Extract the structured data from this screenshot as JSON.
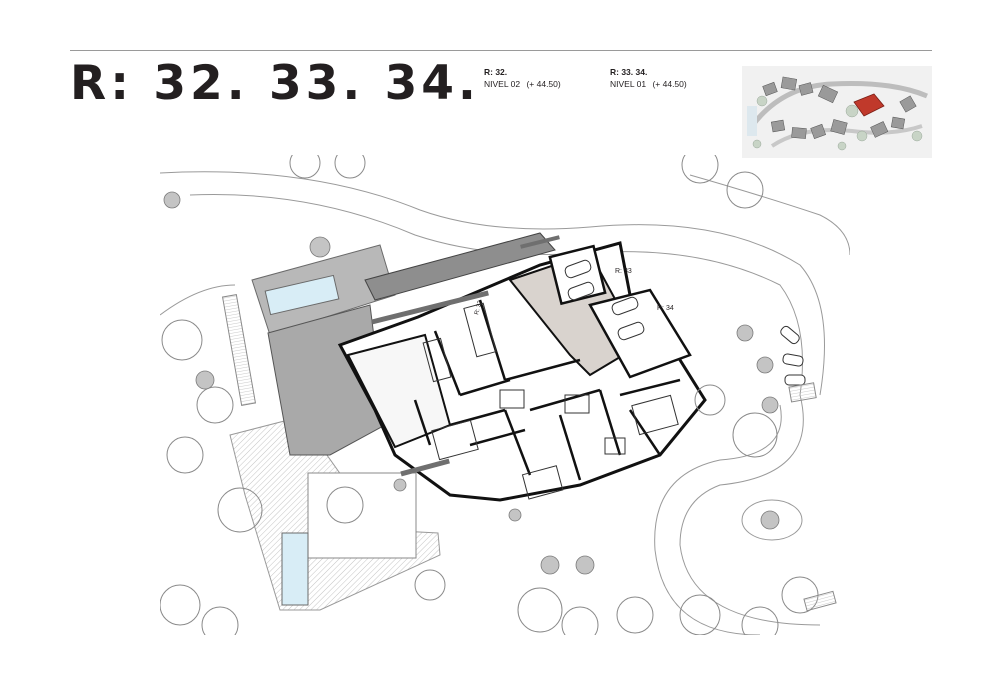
{
  "header": {
    "title": "R: 32. 33. 34.",
    "levels": [
      {
        "code": "R: 32.",
        "label": "NIVEL 02",
        "elevation": "(+ 44.50)"
      },
      {
        "code": "R: 33. 34.",
        "label": "NIVEL 01",
        "elevation": "(+ 44.50)"
      }
    ]
  },
  "plan": {
    "labels": {
      "unit_32": "R: 32",
      "unit_33": "R: 33",
      "unit_34": "R: 34"
    }
  },
  "keymap": {
    "highlight_color": "#c0392b"
  },
  "colors": {
    "ink": "#231f20",
    "wall": "#111111",
    "pool": "#d8edf6",
    "terrace": "#a9a9a9",
    "highlight_unit": "#d9d3ce"
  }
}
